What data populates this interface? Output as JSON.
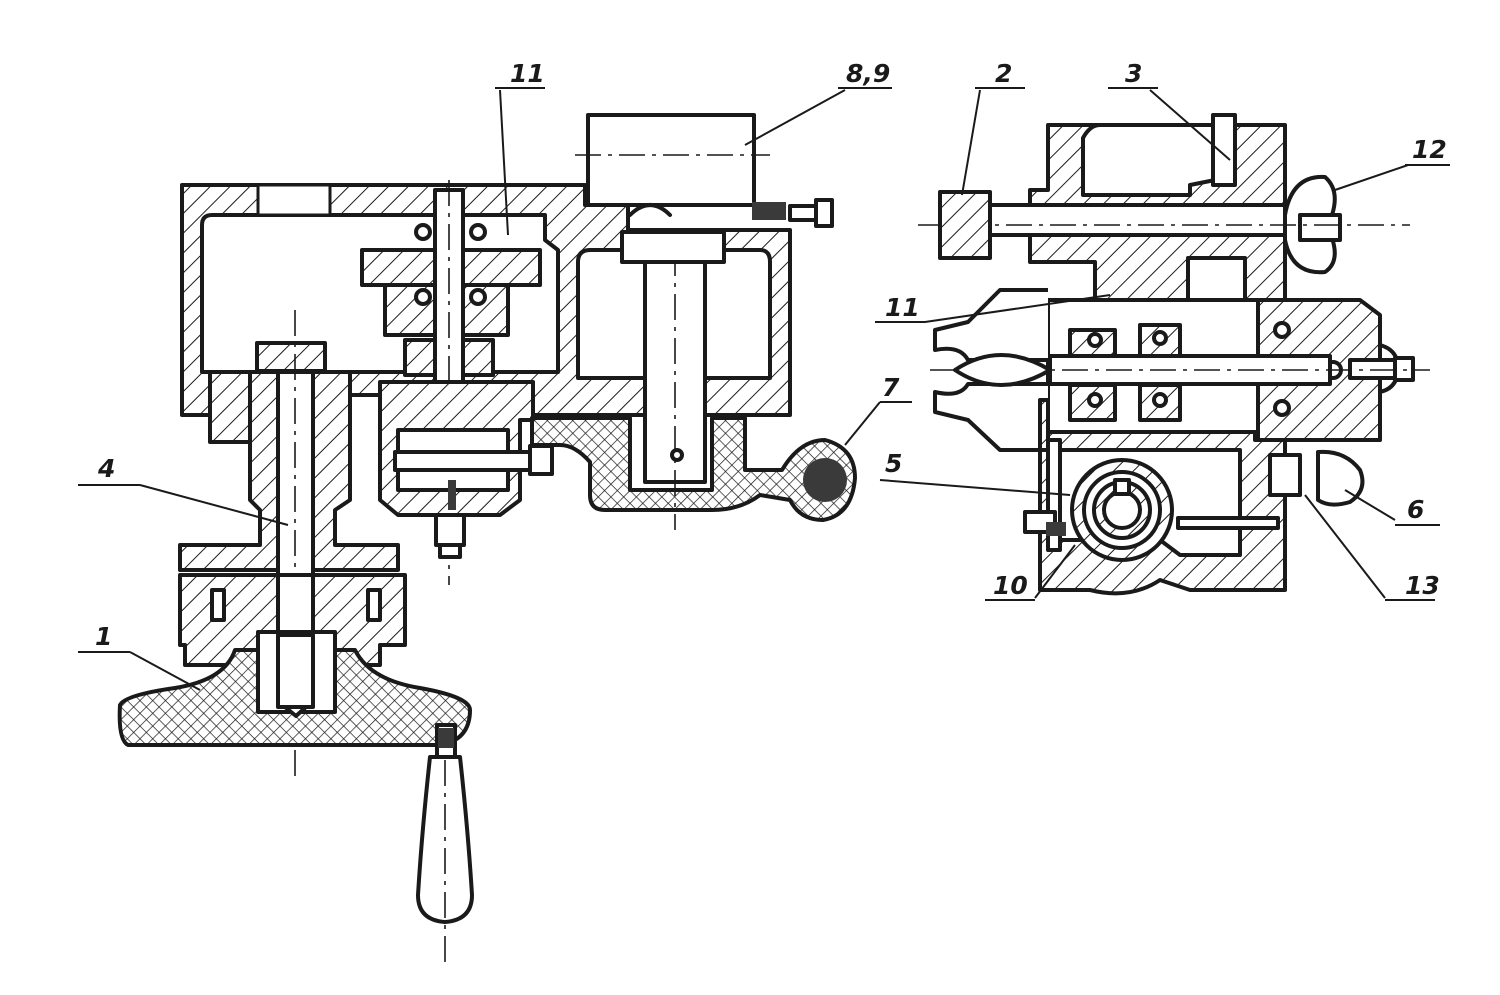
{
  "figure": {
    "callouts": {
      "c1": "1",
      "c2": "2",
      "c3": "3",
      "c4": "4",
      "c5": "5",
      "c6": "6",
      "c7": "7",
      "c8_9": "8,9",
      "c10": "10",
      "c11_left": "11",
      "c11_right": "11",
      "c12": "12",
      "c13": "13"
    }
  }
}
